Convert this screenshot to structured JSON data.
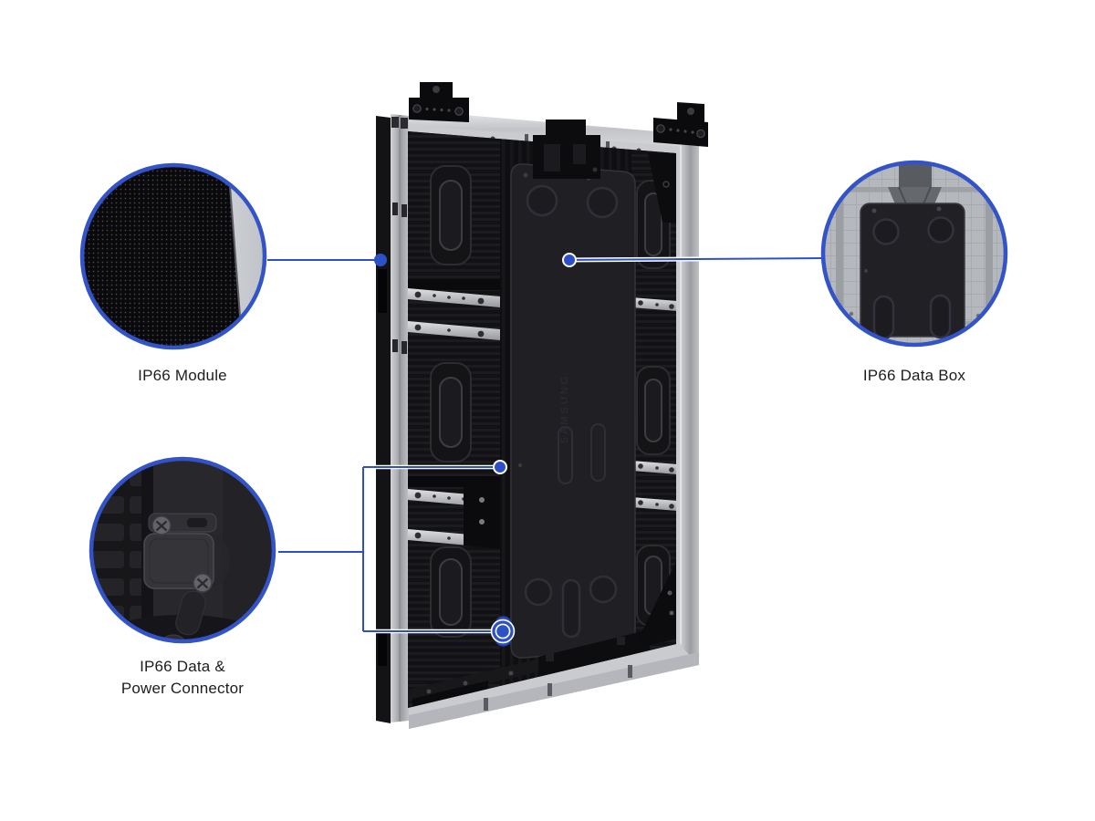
{
  "accent_color": "#3353c9",
  "line_color": "#2e50c6",
  "background_color": "#ffffff",
  "panel": {
    "brand": "SAMSUNG",
    "description": "rear view of outdoor LED signage cabinet"
  },
  "callouts": {
    "module": {
      "label": "IP66 Module",
      "icon": "led-pixel-grid-magnifier"
    },
    "data_power_connector": {
      "label_line1": "IP66 Data &",
      "label_line2": "Power Connector",
      "icon": "capped-connector-magnifier"
    },
    "data_box": {
      "label": "IP66 Data Box",
      "icon": "rear-data-box-magnifier"
    }
  }
}
